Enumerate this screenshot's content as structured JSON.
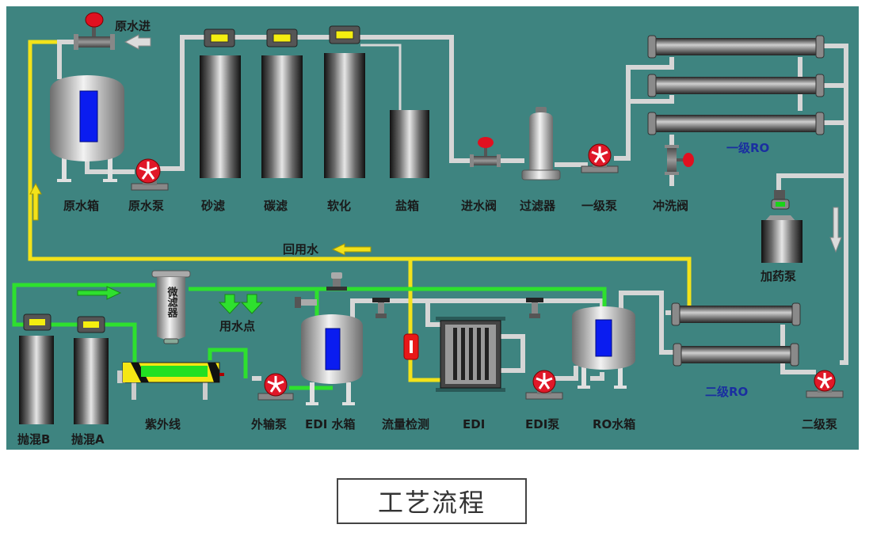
{
  "diagram": {
    "background_color": "#3e8480",
    "pipe_colors": {
      "raw": "#d8d8d8",
      "return": "#f2e21a",
      "product": "#2ee02e"
    },
    "labels": {
      "raw_water_in": "原水进",
      "raw_water_tank": "原水箱",
      "raw_water_pump": "原水泵",
      "sand_filter": "砂滤",
      "carbon_filter": "碳滤",
      "softener": "软化",
      "salt_tank": "盐箱",
      "inlet_valve": "进水阀",
      "filter": "过滤器",
      "stage1_pump": "一级泵",
      "flush_valve": "冲洗阀",
      "stage1_ro": "一级RO",
      "dosing_pump": "加药泵",
      "return_water": "回用水",
      "micro_filter": "微滤器",
      "use_point": "用水点",
      "polish_b": "抛混B",
      "polish_a": "抛混A",
      "uv": "紫外线",
      "delivery_pump": "外输泵",
      "edi_tank": "EDI 水箱",
      "flow_detect": "流量检测",
      "edi": "EDI",
      "edi_pump": "EDI泵",
      "ro_tank": "RO水箱",
      "stage2_ro": "二级RO",
      "stage2_pump": "二级泵"
    }
  },
  "caption": "工艺流程"
}
